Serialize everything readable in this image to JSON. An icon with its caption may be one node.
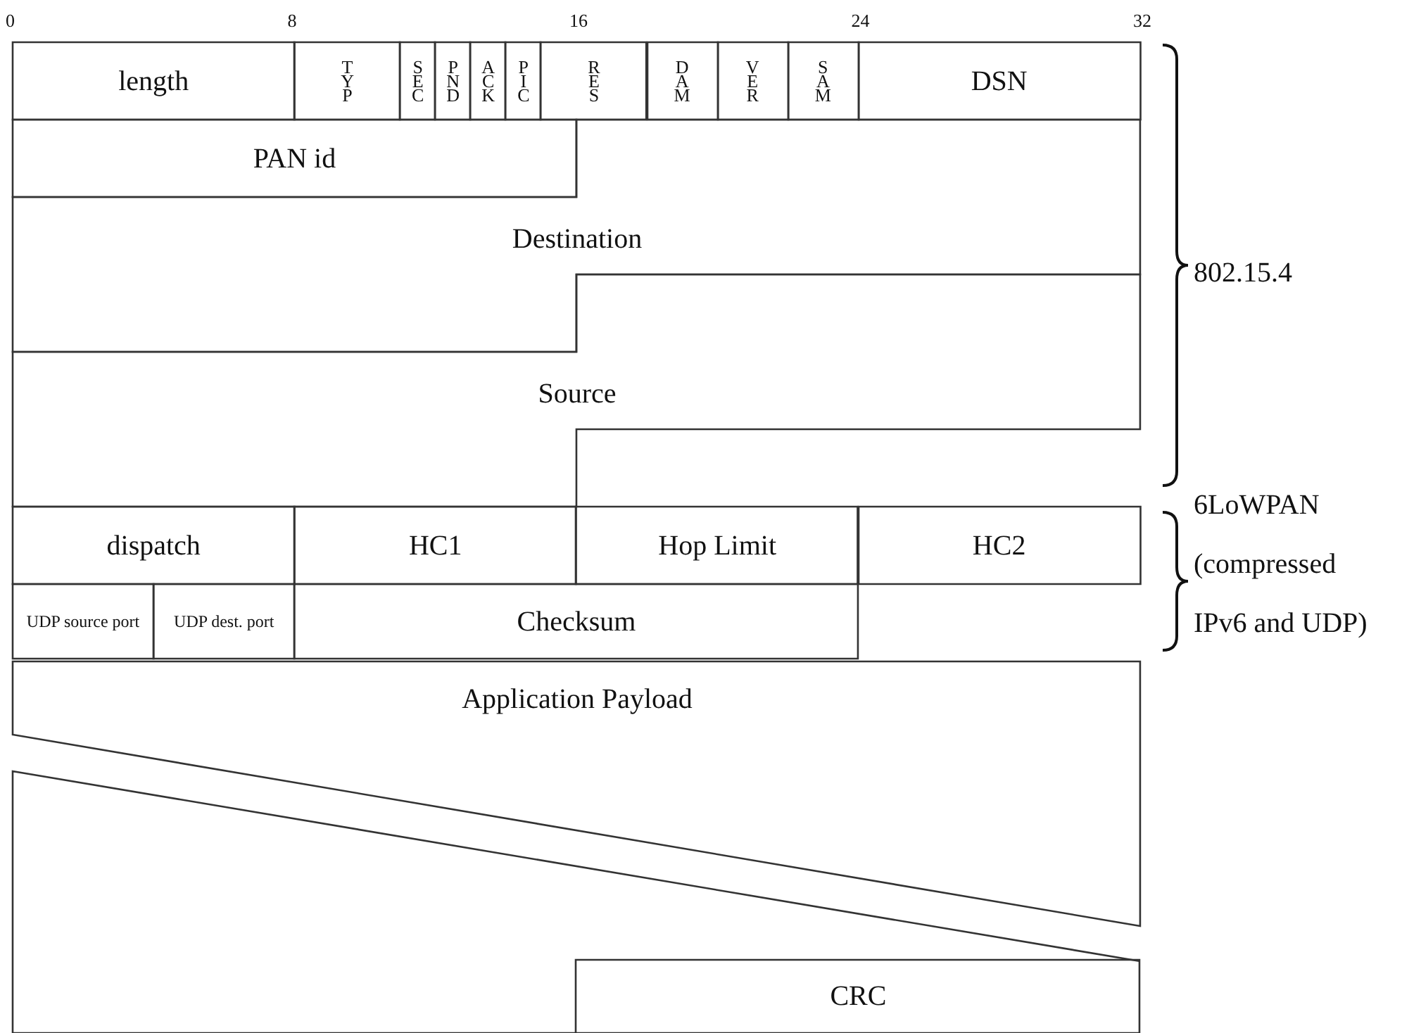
{
  "diagram": {
    "nodes": [
      {
        "text": [
          "length"
        ]
      },
      {
        "text": [
          "TYP"
        ]
      },
      {
        "text": [
          "SEC"
        ]
      },
      {
        "text": [
          "PND"
        ]
      },
      {
        "text": [
          "ACK"
        ]
      },
      {
        "text": [
          "PIC"
        ]
      },
      {
        "text": [
          "RES"
        ]
      },
      {
        "text": [
          "DAM"
        ]
      },
      {
        "text": [
          "VER"
        ]
      },
      {
        "text": [
          "SAM"
        ]
      },
      {
        "text": [
          "DSN"
        ]
      },
      {
        "text": [
          "PAN id"
        ]
      },
      {
        "text": [
          "Destination"
        ]
      },
      {
        "text": [
          "Source"
        ]
      },
      {
        "text": [
          "dispatch"
        ]
      },
      {
        "text": [
          "HC1"
        ]
      },
      {
        "text": [
          "Hop Limit"
        ]
      },
      {
        "text": [
          "HC2"
        ]
      },
      {
        "text": [
          "UDP source port"
        ]
      },
      {
        "text": [
          "UDP dest. port"
        ]
      },
      {
        "text": [
          "Checksum"
        ]
      },
      {
        "text": [
          "Application Payload"
        ]
      },
      {
        "text": [],
        "shape": "box"
      },
      {
        "text": [
          "CRC"
        ],
        "in": 22
      }
    ],
    "edges": [],
    "labels": [
      "0",
      "8",
      "16",
      "24",
      "32",
      "802.15.4",
      "6LoWPAN (compressed IPv6 and UDP)"
    ]
  }
}
